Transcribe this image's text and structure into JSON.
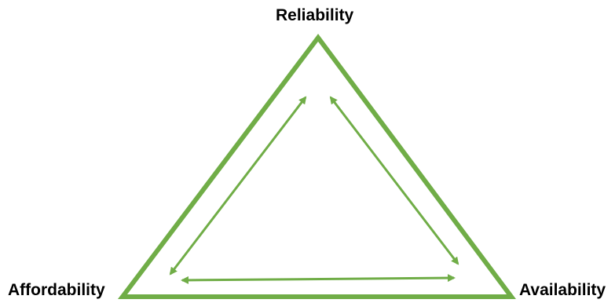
{
  "diagram": {
    "vertices": {
      "top": "Reliability",
      "bottom_left": "Affordability",
      "bottom_right": "Availability"
    },
    "colors": {
      "outline": "#70ad47",
      "arrows": "#70ad47",
      "text": "#000000"
    },
    "connections": [
      {
        "from": "Reliability",
        "to": "Affordability",
        "type": "bidirectional-arrow"
      },
      {
        "from": "Reliability",
        "to": "Availability",
        "type": "bidirectional-arrow"
      },
      {
        "from": "Affordability",
        "to": "Availability",
        "type": "bidirectional-arrow"
      }
    ]
  }
}
